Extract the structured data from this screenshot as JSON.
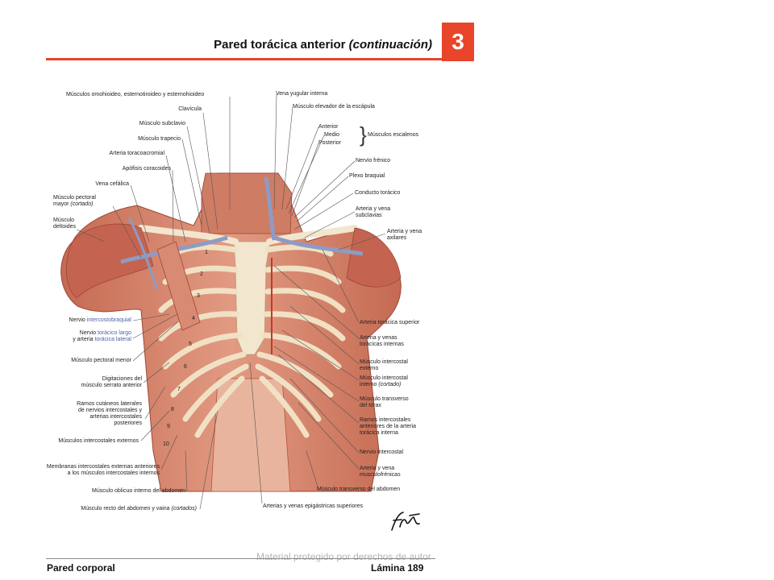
{
  "header": {
    "title_main": "Pared torácica anterior",
    "title_italic": "(continuación)",
    "chapter_number": "3"
  },
  "footer": {
    "left": "Pared corporal",
    "right": "Lámina 189",
    "watermark": "Material protegido por derechos de autor"
  },
  "signature": "F. Netter",
  "labels_left": {
    "omohioideo": "Músculos omohioideo, esternotiroideo y esternohioideo",
    "clavicula": "Clavícula",
    "subclavio": "Músculo subclavio",
    "trapecio": "Músculo trapecio",
    "toracoacromial": "Arteria toracoacromial",
    "coracoides": "Apófisis coracoides",
    "cefalica": "Vena cefálica",
    "pectoral_mayor_1": "Músculo pectoral",
    "pectoral_mayor_2a": "mayor ",
    "pectoral_mayor_2b": "(cortado)",
    "deltoides_1": "Músculo",
    "deltoides_2": "deltoides",
    "intercostobraquial_a": "Nervio ",
    "intercostobraquial_b": "intercostobraquial",
    "torac_largo_1a": "Nervio ",
    "torac_largo_1b": "torácico largo",
    "torac_largo_2a": "y arteria ",
    "torac_largo_2b": "torácica lateral",
    "pectoral_menor": "Músculo pectoral menor",
    "serrato_1": "Digitaciones del",
    "serrato_2": "músculo serrato anterior",
    "ramos_1": "Ramos cutáneos laterales",
    "ramos_2": "de nervios intercostales y",
    "ramos_3": "arterias intercostales",
    "ramos_4": "posteriores",
    "intercost_ext": "Músculos intercostales externos",
    "membranas_1": "Membranas intercostales externas anteriores",
    "membranas_2": "a los músculos intercostales internos",
    "oblicuo": "Músculo oblicuo interno del abdomen",
    "recto_a": "Músculo recto del abdomen y vaina ",
    "recto_b": "(cortados)"
  },
  "labels_right": {
    "yugular": "Vena yugular interna",
    "elevador": "Músculo elevador de la escápula",
    "anterior": "Anterior",
    "medio": "Medio",
    "posterior": "Posterior",
    "escalenos": "Músculos escalenos",
    "frenico": "Nervio frénico",
    "plexo": "Plexo braquial",
    "conducto": "Conducto torácico",
    "subclavias_1": "Arteria y vena",
    "subclavias_2": "subclavias",
    "axilares_1": "Arteria y vena",
    "axilares_2": "axilares",
    "toracica_sup": "Arteria torácica superior",
    "toracicas_int_1": "Arteria y venas",
    "toracicas_int_2": "torácicas internas",
    "ic_externo_1": "Músculo intercostal",
    "ic_externo_2": "externo",
    "ic_interno_1": "Músculo intercostal",
    "ic_interno_2a": "interno ",
    "ic_interno_2b": "(cortado)",
    "transverso_torax_1": "Músculo transverso",
    "transverso_torax_2": "del tórax",
    "ramos_int_1": "Ramos intercostales",
    "ramos_int_2": "anteriores de la arteria",
    "ramos_int_3": "torácica interna",
    "n_intercostal": "Nervio intercostal",
    "musculofrenicas_1": "Arteria y vena",
    "musculofrenicas_2": "musculofrénicas",
    "transverso_abd": "Músculo transverso del abdomen",
    "epigastricas": "Arterias y venas epigástricas superiores"
  },
  "rib_numbers": [
    "1",
    "2",
    "3",
    "4",
    "5",
    "6",
    "7",
    "8",
    "9",
    "10"
  ],
  "colors": {
    "accent": "#e8452a",
    "muscle": "#d9826b",
    "muscle_dark": "#b5523f",
    "bone": "#f3e6cf",
    "vein": "#8c9cc4",
    "artery": "#c23a2b"
  }
}
